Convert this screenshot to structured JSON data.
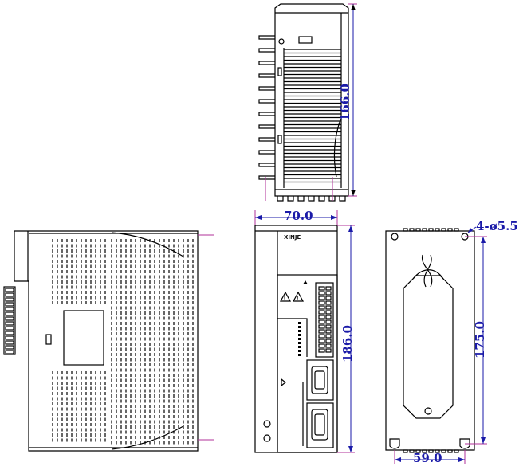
{
  "dimensions": {
    "top_view_height": "166.0",
    "front_width": "70.0",
    "front_height": "186.0",
    "mount_hole_spec": "4-ø5.5",
    "mount_hole_pitch": "175.0",
    "mount_width": "59.0"
  },
  "labels": {
    "brand": "XINJE"
  },
  "colors": {
    "outline": "#000000",
    "dimension": "#1a1aa8",
    "extension": "#b0309a"
  }
}
